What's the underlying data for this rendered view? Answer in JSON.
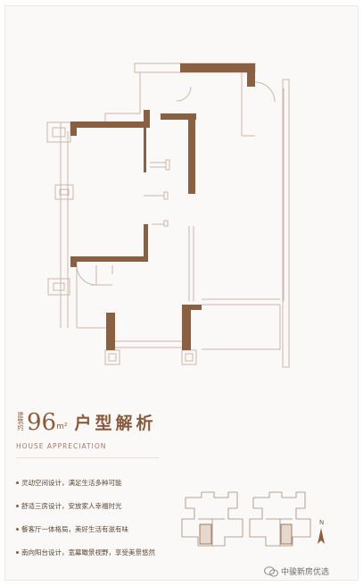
{
  "area": {
    "label": "建筑约",
    "value": "96",
    "unit": "m²"
  },
  "title": "户型解析",
  "subtitle": "HOUSE APPRECIATION",
  "features": [
    "灵动空间设计，满足生活多种可能",
    "舒适三房设计，安放家人幸福时光",
    "餐客厅一体格局，美好生活有滋有味",
    "南向阳台设计，宽幕瞰景视野，享受美景悠然"
  ],
  "compass_letter": "N",
  "watermark": "中骏新房优选",
  "colors": {
    "accent": "#8a5a3c",
    "wall": "#8b6040",
    "line": "#c9b8ab",
    "background": "#fbf9f7"
  }
}
